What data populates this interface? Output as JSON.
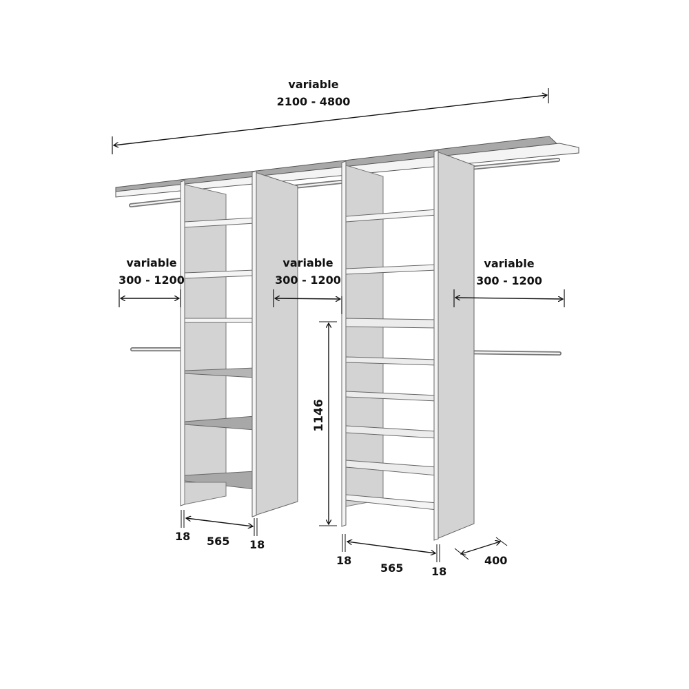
{
  "diagram": {
    "type": "walk-in closet shelving system dimension drawing",
    "colors": {
      "panel": "#d3d3d3",
      "panel_edge": "#f4f4f4",
      "shelf_top": "#a8a8a8",
      "outline": "#555555",
      "dimension_line": "#111111",
      "background": "#ffffff"
    },
    "total_width": {
      "label": "variable",
      "range": "2100 - 4800"
    },
    "hanging_sections": [
      {
        "id": "left",
        "label": "variable",
        "range": "300 - 1200"
      },
      {
        "id": "middle",
        "label": "variable",
        "range": "300 - 1200"
      },
      {
        "id": "right",
        "label": "variable",
        "range": "300 - 1200"
      }
    ],
    "tower_left": {
      "panel_thickness_left": "18",
      "inner_width": "565",
      "panel_thickness_right": "18"
    },
    "tower_right": {
      "panel_thickness_left": "18",
      "inner_width": "565",
      "panel_thickness_right": "18",
      "shoe_rack_height": "1146"
    },
    "depth": "400"
  }
}
